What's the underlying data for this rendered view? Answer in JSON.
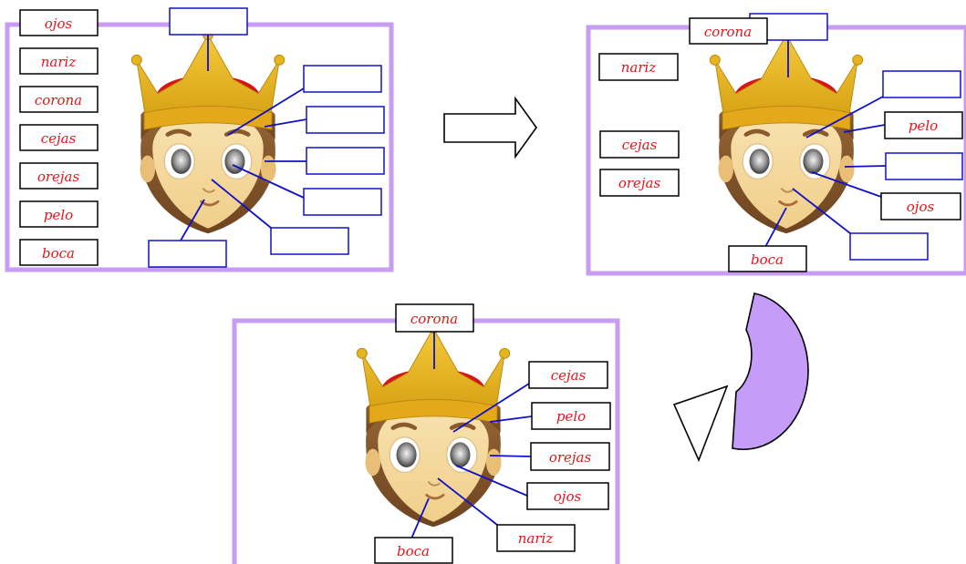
{
  "colors": {
    "frame": "#c79cf2",
    "label_text": "#e8141b",
    "label_border": "#000000",
    "empty_box": "#1010c8",
    "pointer_line": "#1010c8",
    "crown": "#e6b41f",
    "hat": "#d81414",
    "hair": "#8a5a2b",
    "skin": "#f4d79a",
    "arrow_curved_fill": "#c59cf7"
  },
  "panels": {
    "first": {
      "word_bank": [
        "ojos",
        "nariz",
        "corona",
        "cejas",
        "orejas",
        "pelo",
        "boca"
      ],
      "diagram_labels": {
        "corona": "",
        "cejas": "",
        "pelo": "",
        "orejas": "",
        "ojos": "",
        "nariz": "",
        "boca": ""
      }
    },
    "second": {
      "word_bank": [
        "nariz",
        "cejas",
        "orejas"
      ],
      "diagram_labels": {
        "corona": "corona",
        "cejas": "",
        "pelo": "pelo",
        "orejas": "",
        "ojos": "ojos",
        "nariz": "",
        "boca": "boca"
      }
    },
    "third": {
      "word_bank": [],
      "diagram_labels": {
        "corona": "corona",
        "cejas": "cejas",
        "pelo": "pelo",
        "orejas": "orejas",
        "ojos": "ojos",
        "nariz": "nariz",
        "boca": "boca"
      }
    }
  }
}
